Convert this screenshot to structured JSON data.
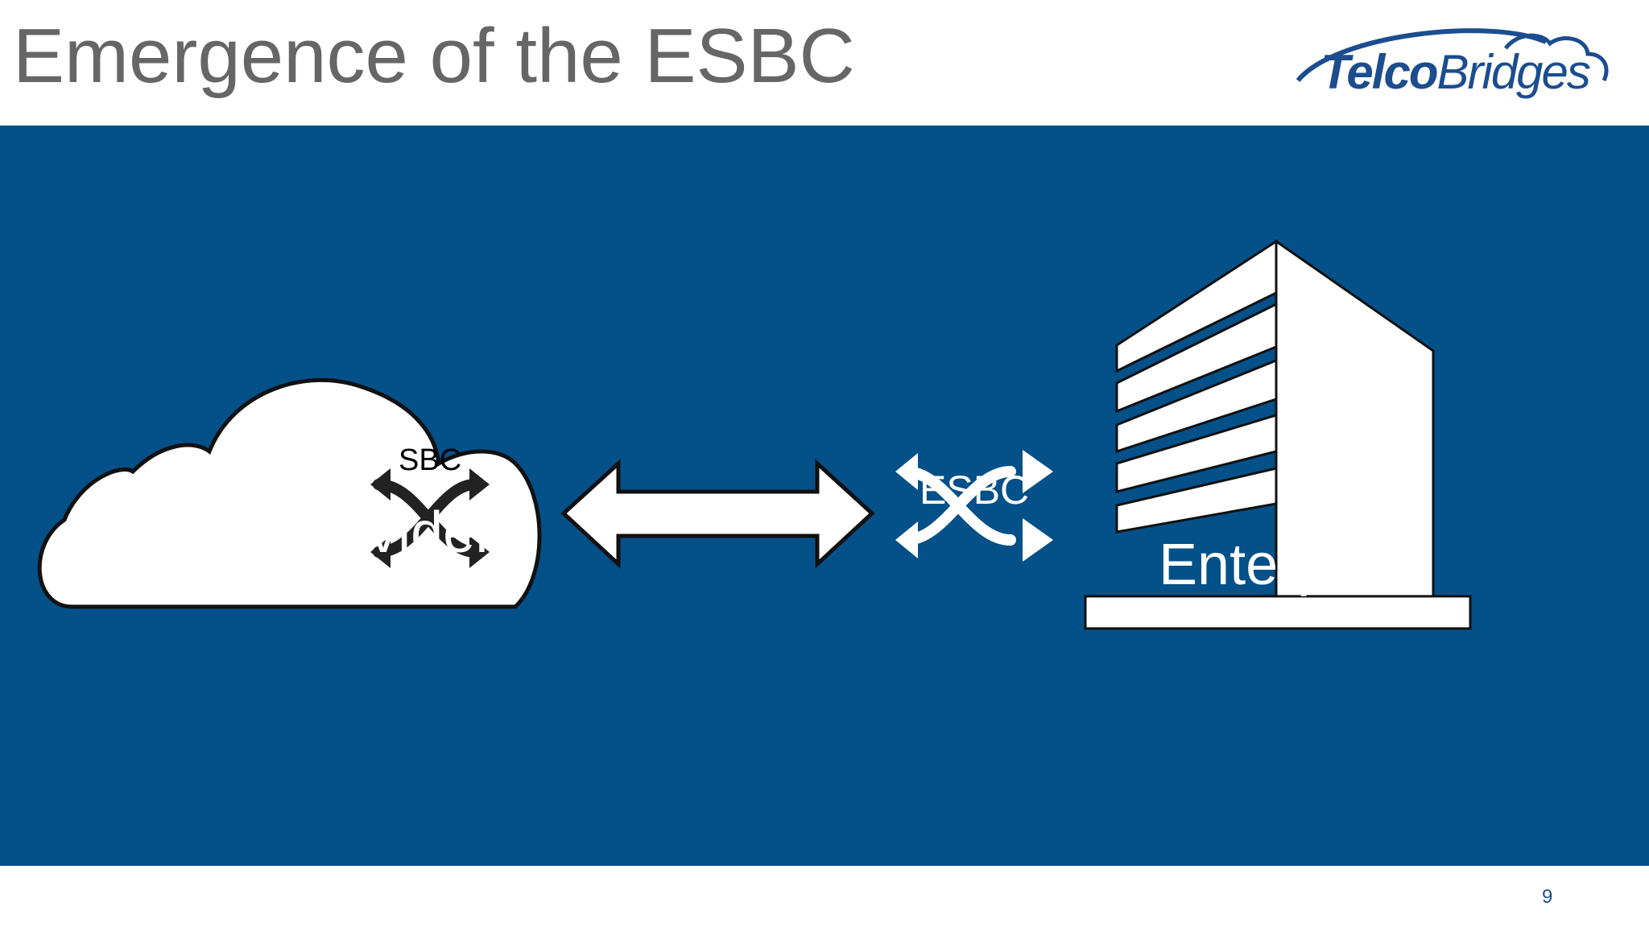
{
  "slide": {
    "title": "Emergence of the ESBC",
    "page_number": "9"
  },
  "logo": {
    "prefix": "Telco",
    "suffix": "Bridges",
    "color": "#1b4d8f"
  },
  "diagram": {
    "background_color": "#045089",
    "sbc_label": "SBC",
    "esbc_label": "ESBC",
    "service_provider_label": "Service Provider",
    "enterprise_label": "Enterprise"
  }
}
